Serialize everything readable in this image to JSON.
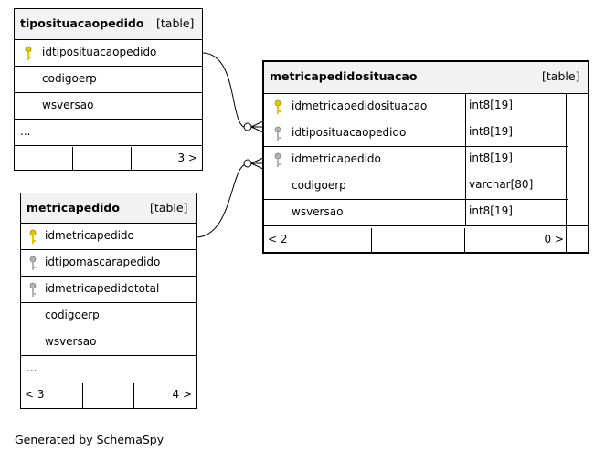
{
  "tables": {
    "tiposituacaopedido": {
      "name": "tiposituacaopedido",
      "kind": "[table]",
      "columns": [
        "idtiposituacaopedido",
        "codigoerp",
        "wsversao"
      ],
      "more": "...",
      "footer_right": "3 >"
    },
    "metricapedido": {
      "name": "metricapedido",
      "kind": "[table]",
      "columns": [
        "idmetricapedido",
        "idtipomascarapedido",
        "idmetricapedidototal",
        "codigoerp",
        "wsversao"
      ],
      "more": "...",
      "footer_left": "< 3",
      "footer_right": "4 >"
    },
    "metricapedidosituacao": {
      "name": "metricapedidosituacao",
      "kind": "[table]",
      "columns": [
        {
          "name": "idmetricapedidosituacao",
          "type": "int8[19]"
        },
        {
          "name": "idtiposituacaopedido",
          "type": "int8[19]"
        },
        {
          "name": "idmetricapedido",
          "type": "int8[19]"
        },
        {
          "name": "codigoerp",
          "type": "varchar[80]"
        },
        {
          "name": "wsversao",
          "type": "int8[19]"
        }
      ],
      "footer_left": "< 2",
      "footer_right": "0 >"
    }
  },
  "icons": {
    "primary_key": "gold-key-icon",
    "foreign_key": "grey-key-icon"
  },
  "colors": {
    "primary_key": "#e6c800",
    "foreign_key": "#a0a0a0",
    "header_bg": "#f2f2f2"
  },
  "footer": {
    "credit": "Generated by SchemaSpy"
  }
}
